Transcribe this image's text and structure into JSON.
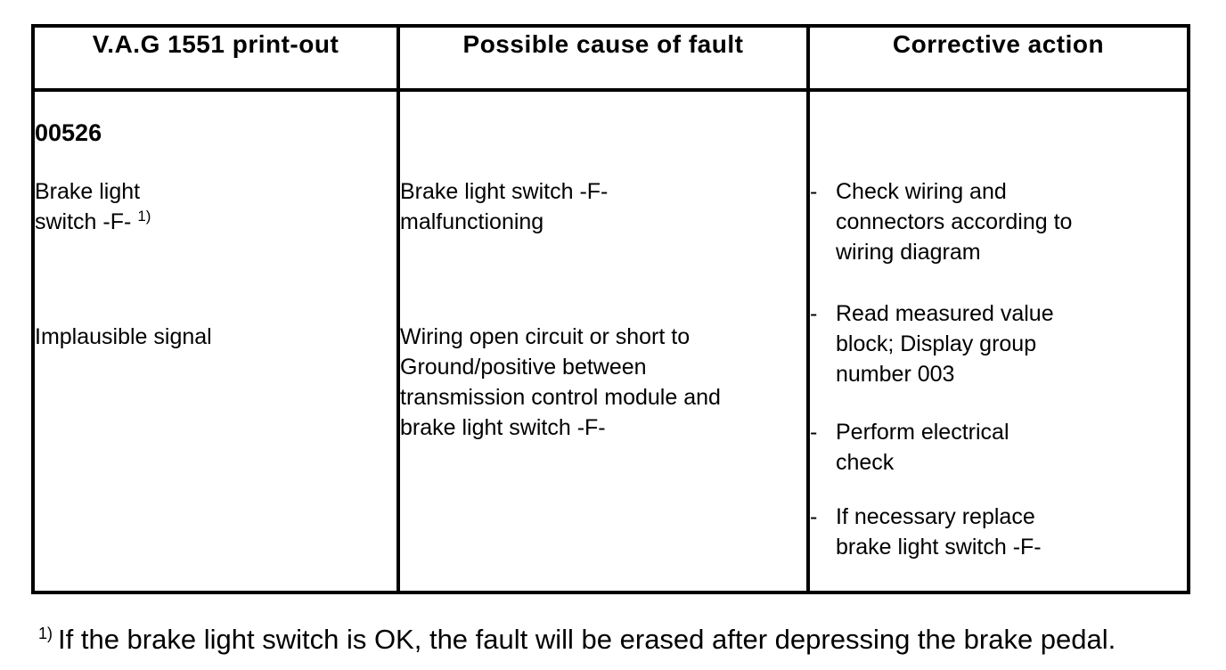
{
  "page": {
    "colors": {
      "background": "#ffffff",
      "text": "#000000",
      "border": "#000000"
    }
  },
  "table": {
    "headers": [
      {
        "label": "V.A.G 1551 print-out"
      },
      {
        "label": "Possible cause of fault"
      },
      {
        "label": "Corrective action"
      }
    ],
    "printout": {
      "fault_code": "00526",
      "fault_source_lines": [
        "Brake light",
        "switch -F-"
      ],
      "footnote_ref": "1)",
      "fault_symptom": "Implausible signal"
    },
    "causes": [
      {
        "lines": [
          "Brake light switch -F-",
          "malfunctioning"
        ]
      },
      {
        "lines": [
          "Wiring open circuit or short to",
          "Ground/positive between",
          "transmission control module and",
          "brake light switch -F-"
        ]
      }
    ],
    "actions": {
      "bullet": "-",
      "items": [
        {
          "lines": [
            "Check wiring and",
            "connectors according to",
            "wiring diagram"
          ]
        },
        {
          "lines": [
            "Read measured value",
            "block; Display group",
            "number 003"
          ]
        },
        {
          "lines": [
            "Perform electrical",
            "check"
          ]
        },
        {
          "lines": [
            "If necessary replace",
            "brake light switch -F-"
          ]
        }
      ]
    }
  },
  "footnote": {
    "ref": "1)",
    "text": "If the brake light switch is OK, the fault will be erased after depressing the brake pedal."
  }
}
